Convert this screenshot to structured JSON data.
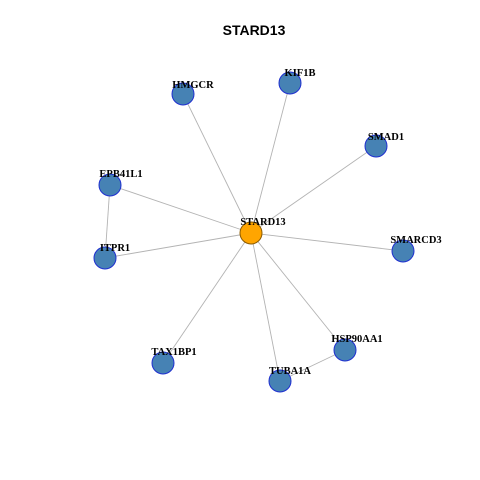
{
  "title": "STARD13",
  "colors": {
    "hub_fill": "#ffa500",
    "hub_stroke": "#8b5a00",
    "node_fill": "#4682b4",
    "node_stroke": "#1f2fd0",
    "edge": "#b3b3b3"
  },
  "nodes": [
    {
      "id": "STARD13",
      "label": "STARD13",
      "hub": true
    },
    {
      "id": "KIF1B",
      "label": "KIF1B"
    },
    {
      "id": "HMGCR",
      "label": "HMGCR"
    },
    {
      "id": "SMAD1",
      "label": "SMAD1"
    },
    {
      "id": "EPB41L1",
      "label": "EPB41L1"
    },
    {
      "id": "ITPR1",
      "label": "ITPR1"
    },
    {
      "id": "SMARCD3",
      "label": "SMARCD3"
    },
    {
      "id": "HSP90AA1",
      "label": "HSP90AA1"
    },
    {
      "id": "TAX1BP1",
      "label": "TAX1BP1"
    },
    {
      "id": "TUBA1A",
      "label": "TUBA1A"
    }
  ],
  "edges": [
    [
      "STARD13",
      "KIF1B"
    ],
    [
      "STARD13",
      "HMGCR"
    ],
    [
      "STARD13",
      "SMAD1"
    ],
    [
      "STARD13",
      "EPB41L1"
    ],
    [
      "STARD13",
      "ITPR1"
    ],
    [
      "STARD13",
      "SMARCD3"
    ],
    [
      "STARD13",
      "HSP90AA1"
    ],
    [
      "STARD13",
      "TAX1BP1"
    ],
    [
      "STARD13",
      "TUBA1A"
    ],
    [
      "EPB41L1",
      "ITPR1"
    ],
    [
      "HSP90AA1",
      "TUBA1A"
    ]
  ]
}
